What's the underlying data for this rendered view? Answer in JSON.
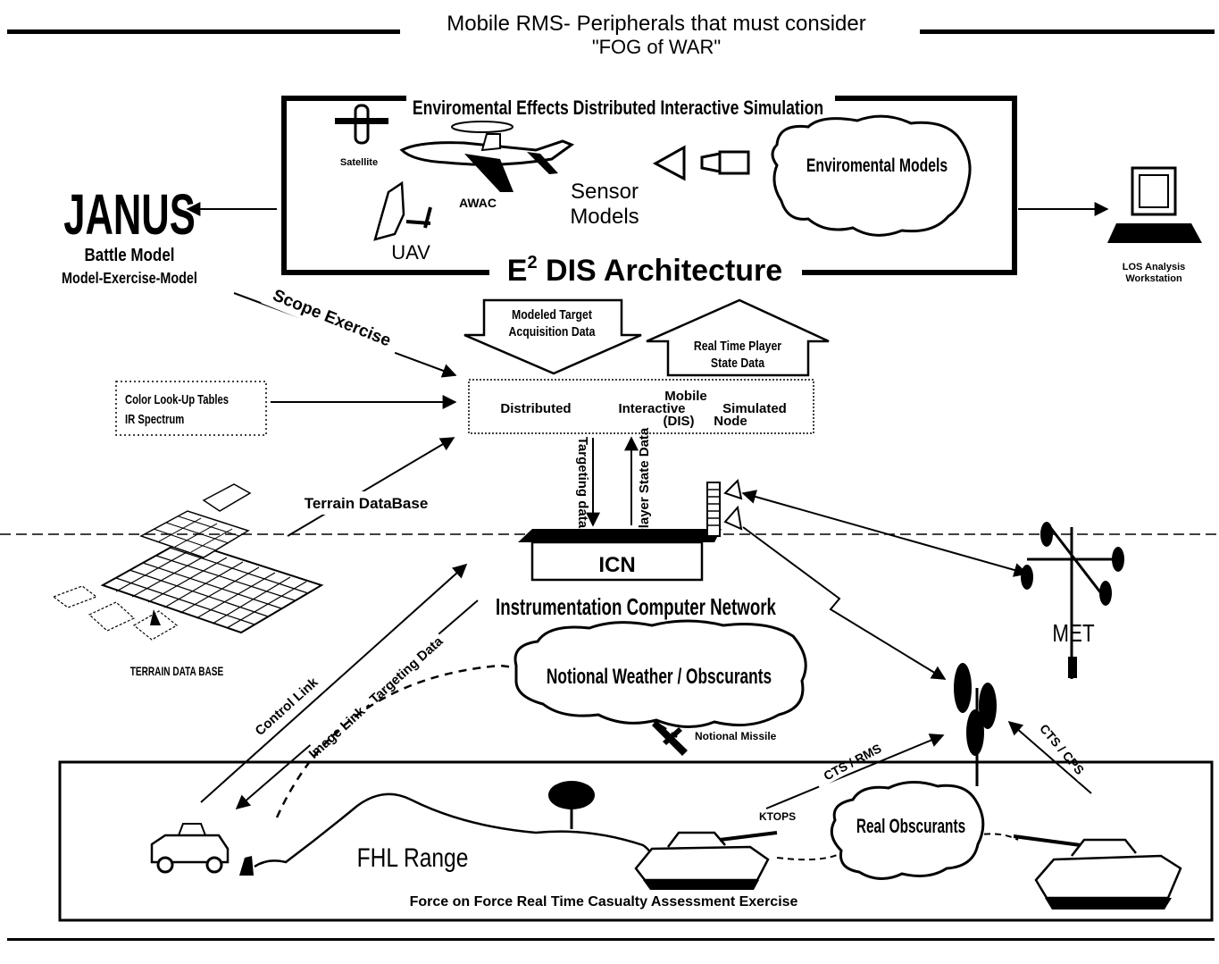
{
  "title": {
    "line1": "Mobile RMS- Peripherals that must consider",
    "line2": "\"FOG of WAR\""
  },
  "e2dis_box": {
    "header": "Enviromental Effects Distributed Interactive Simulation",
    "satellite": "Satellite",
    "awac": "AWAC",
    "uav": "UAV",
    "sensor_models_line1": "Sensor",
    "sensor_models_line2": "Models",
    "env_models": "Enviromental Models",
    "architecture_base": "E",
    "architecture_sup": "2",
    "architecture_rest": " DIS Architecture"
  },
  "janus": {
    "name": "JANUS",
    "line2": "Battle Model",
    "line3": "Model-Exercise-Model"
  },
  "los": {
    "line1": "LOS Analysis",
    "line2": "Workstation"
  },
  "arrows": {
    "modeled_target_line1": "Modeled Target",
    "modeled_target_line2": "Acquisition Data",
    "real_time_line1": "Real Time Player",
    "real_time_line2": "State Data"
  },
  "labels": {
    "scope_exercise": "Scope Exercise",
    "color_lut_line1": "Color Look-Up Tables",
    "color_lut_line2": "IR Spectrum",
    "terrain_database": "Terrain DataBase",
    "terrain_data_base_caption": "TERRAIN DATA BASE",
    "targeting_data": "Targeting data",
    "player_state_data": "Player State Data",
    "icn": "ICN",
    "icn_full": "Instrumentation Computer Network",
    "met": "MET",
    "notional_weather": "Notional Weather / Obscurants",
    "notional_missile": "Notional Missile",
    "control_link": "Control Link",
    "image_link": "Image Link - Targeting Data",
    "cts_rms": "CTS / RMS",
    "cts_cps": "CTS / CPS",
    "ktops": "KTOPS",
    "real_obscurants": "Real Obscurants",
    "fhl_range": "FHL Range",
    "force_on_force": "Force on Force Real Time Casualty Assessment Exercise"
  },
  "dis_node": {
    "mobile": "Mobile",
    "distributed": "Distributed",
    "interactive": "Interactive",
    "simulated": "Simulated",
    "dis": "(DIS)",
    "node": "Node"
  }
}
